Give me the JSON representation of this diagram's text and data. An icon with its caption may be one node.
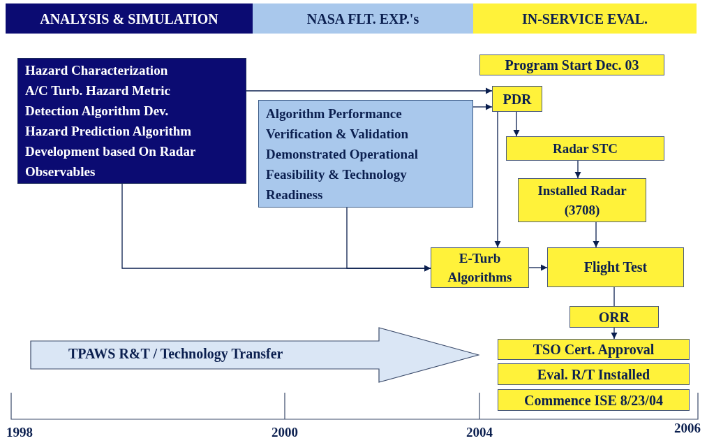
{
  "diagram": {
    "nodes": [
      {
        "text": [
          "ANALYSIS & SIMULATION"
        ]
      },
      {
        "text": [
          "NASA FLT. EXP.'s"
        ]
      },
      {
        "text": [
          "IN-SERVICE EVAL."
        ]
      },
      {
        "text": [
          "Program Start Dec. 03"
        ]
      },
      {
        "text": [
          "Hazard Characterization",
          "A/C Turb. Hazard Metric",
          "Detection Algorithm Dev.",
          "Hazard Prediction Algorithm Development based On Radar Observables"
        ]
      },
      {
        "text": [
          "Algorithm Performance Verification & Validation",
          "Demonstrated Operational Feasibility & Technology Readiness"
        ]
      },
      {
        "text": [
          "PDR"
        ]
      },
      {
        "text": [
          "Radar STC"
        ]
      },
      {
        "text": [
          "Installed Radar (3708)"
        ]
      },
      {
        "text": [
          "E-Turb Algorithms"
        ]
      },
      {
        "text": [
          "Flight Test"
        ]
      },
      {
        "text": [
          "ORR"
        ]
      },
      {
        "text": [
          "TSO Cert. Approval"
        ]
      },
      {
        "text": [
          "Eval. R/T Installed"
        ]
      },
      {
        "text": [
          "Commence ISE 8/23/04"
        ]
      },
      {
        "text": [
          "TPAWS R&T / Technology Transfer"
        ]
      }
    ],
    "edges": [
      {
        "from": 4,
        "to": 6,
        "arrow": "to"
      },
      {
        "from": 5,
        "to": 6,
        "arrow": "to"
      },
      {
        "from": 6,
        "to": 7,
        "arrow": "to"
      },
      {
        "from": 6,
        "to": 9,
        "arrow": "to"
      },
      {
        "from": 7,
        "to": 8,
        "arrow": "to"
      },
      {
        "from": 8,
        "to": 10,
        "arrow": "to"
      },
      {
        "from": 4,
        "to": 9,
        "arrow": "to"
      },
      {
        "from": 5,
        "to": 9,
        "arrow": "to"
      },
      {
        "from": 9,
        "to": 10,
        "arrow": "to"
      },
      {
        "from": 10,
        "to": 11,
        "arrow": "none"
      },
      {
        "from": 11,
        "to": 12,
        "arrow": "to"
      }
    ],
    "labels": [
      "1998",
      "2000",
      "2004",
      "2006"
    ]
  }
}
